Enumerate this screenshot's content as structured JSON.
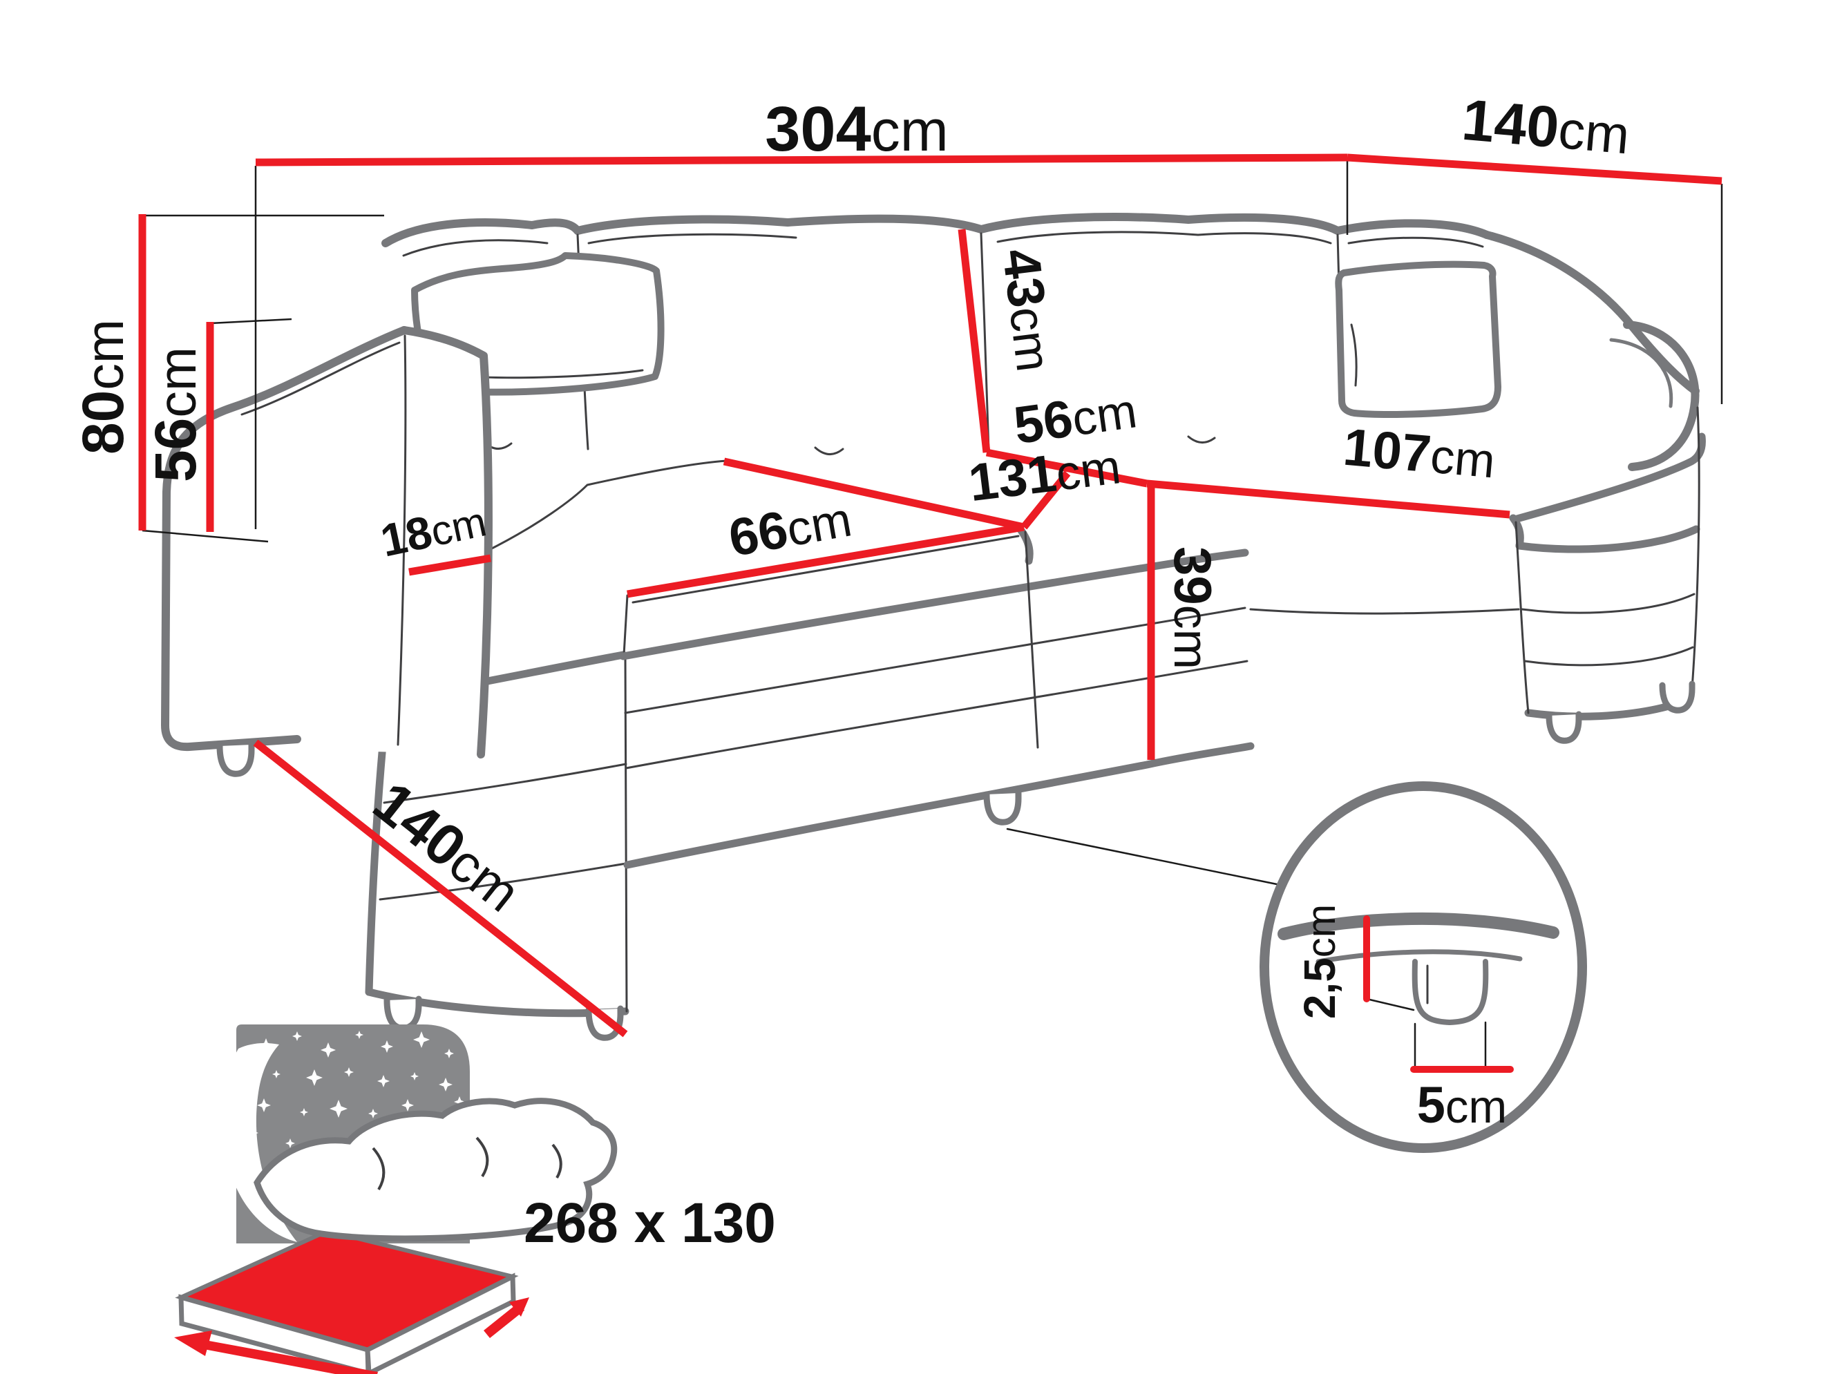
{
  "diagram": {
    "type": "sofa-dimension-drawing",
    "colors": {
      "dimension_red": "#EC1C24",
      "outline_gray": "#77787B",
      "inner_line_gray": "#3F3F41",
      "icon_gray": "#87888A",
      "text_black": "#111111"
    },
    "dimensions": {
      "total_width": {
        "num": "304",
        "unit": "cm"
      },
      "depth_right": {
        "num": "140",
        "unit": "cm"
      },
      "height_total": {
        "num": "80",
        "unit": "cm"
      },
      "armrest_height": {
        "num": "56",
        "unit": "cm"
      },
      "armrest_width": {
        "num": "18",
        "unit": "cm"
      },
      "chaise_seat_depth": {
        "num": "66",
        "unit": "cm"
      },
      "middle_seat_width": {
        "num": "131",
        "unit": "cm"
      },
      "seat_depth_middle": {
        "num": "56",
        "unit": "cm"
      },
      "back_cushion_height": {
        "num": "43",
        "unit": "cm"
      },
      "seat_height": {
        "num": "39",
        "unit": "cm"
      },
      "right_chaise_length": {
        "num": "107",
        "unit": "cm"
      },
      "depth_left": {
        "num": "140",
        "unit": "cm"
      }
    },
    "leg_detail": {
      "leg_height": {
        "num": "2,5",
        "unit": "cm"
      },
      "leg_width": {
        "num": "5",
        "unit": "cm"
      }
    },
    "sleeping_function": {
      "area_label": "268 x 130"
    }
  }
}
